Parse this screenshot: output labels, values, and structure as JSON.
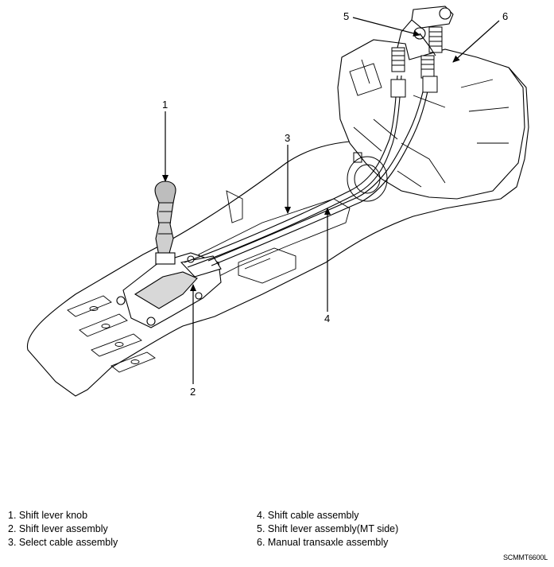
{
  "callouts": [
    "1",
    "2",
    "3",
    "4",
    "5",
    "6"
  ],
  "legend": [
    "1. Shift lever knob",
    "2. Shift lever assembly",
    "3. Select cable assembly",
    "4. Shift cable assembly",
    "5. Shift lever assembly(MT side)",
    "6. Manual transaxle assembly"
  ],
  "figure_code": "SCMMT6600L"
}
